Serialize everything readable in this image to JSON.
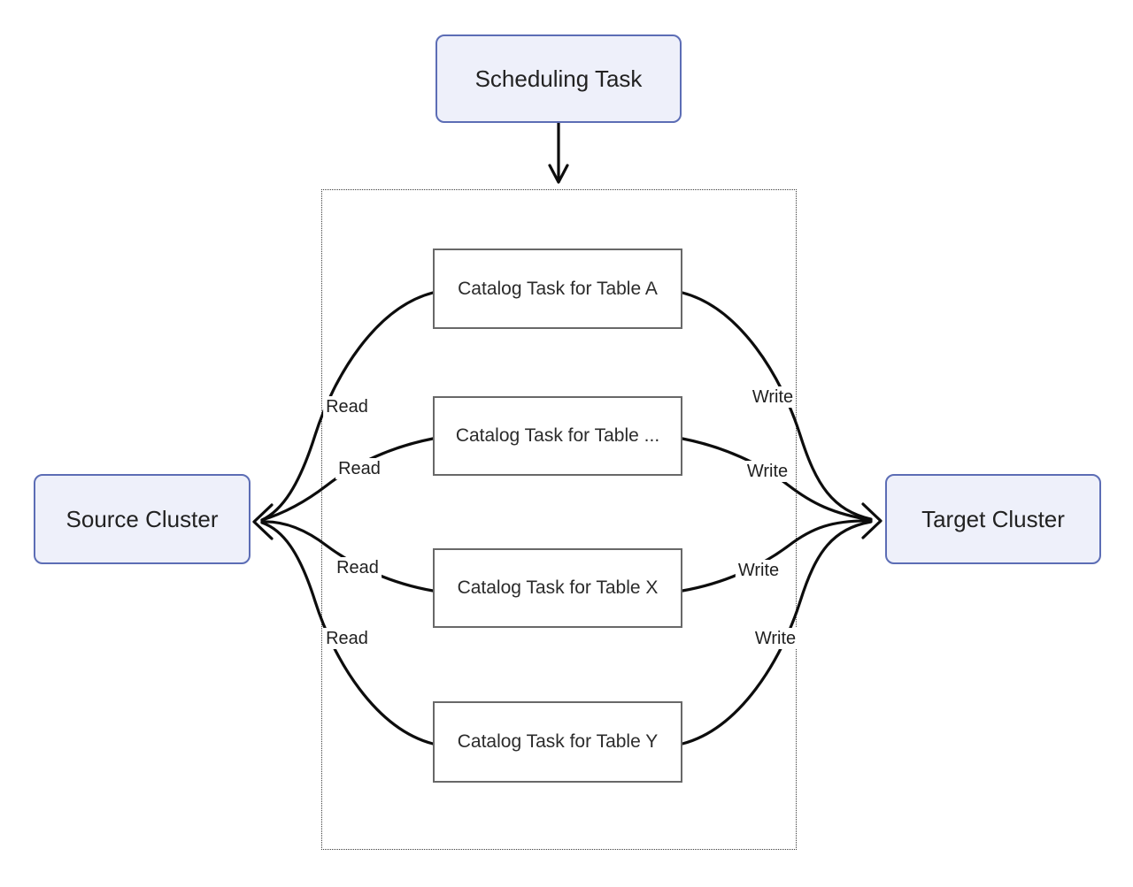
{
  "nodes": {
    "scheduling_task": "Scheduling Task",
    "source_cluster": "Source Cluster",
    "target_cluster": "Target Cluster",
    "catalog_tasks": [
      "Catalog Task for Table A",
      "Catalog Task for Table ...",
      "Catalog Task for Table X",
      "Catalog Task for Table Y"
    ]
  },
  "edges": {
    "read_label": "Read",
    "write_label": "Write"
  },
  "colors": {
    "cluster_fill": "#eef0fa",
    "cluster_border": "#5c6db5",
    "task_fill": "#ffffff",
    "task_border": "#686868",
    "group_border": "#3d3d3d",
    "edge_stroke": "#0d0d0d",
    "text": "#222222",
    "background": "#ffffff"
  }
}
